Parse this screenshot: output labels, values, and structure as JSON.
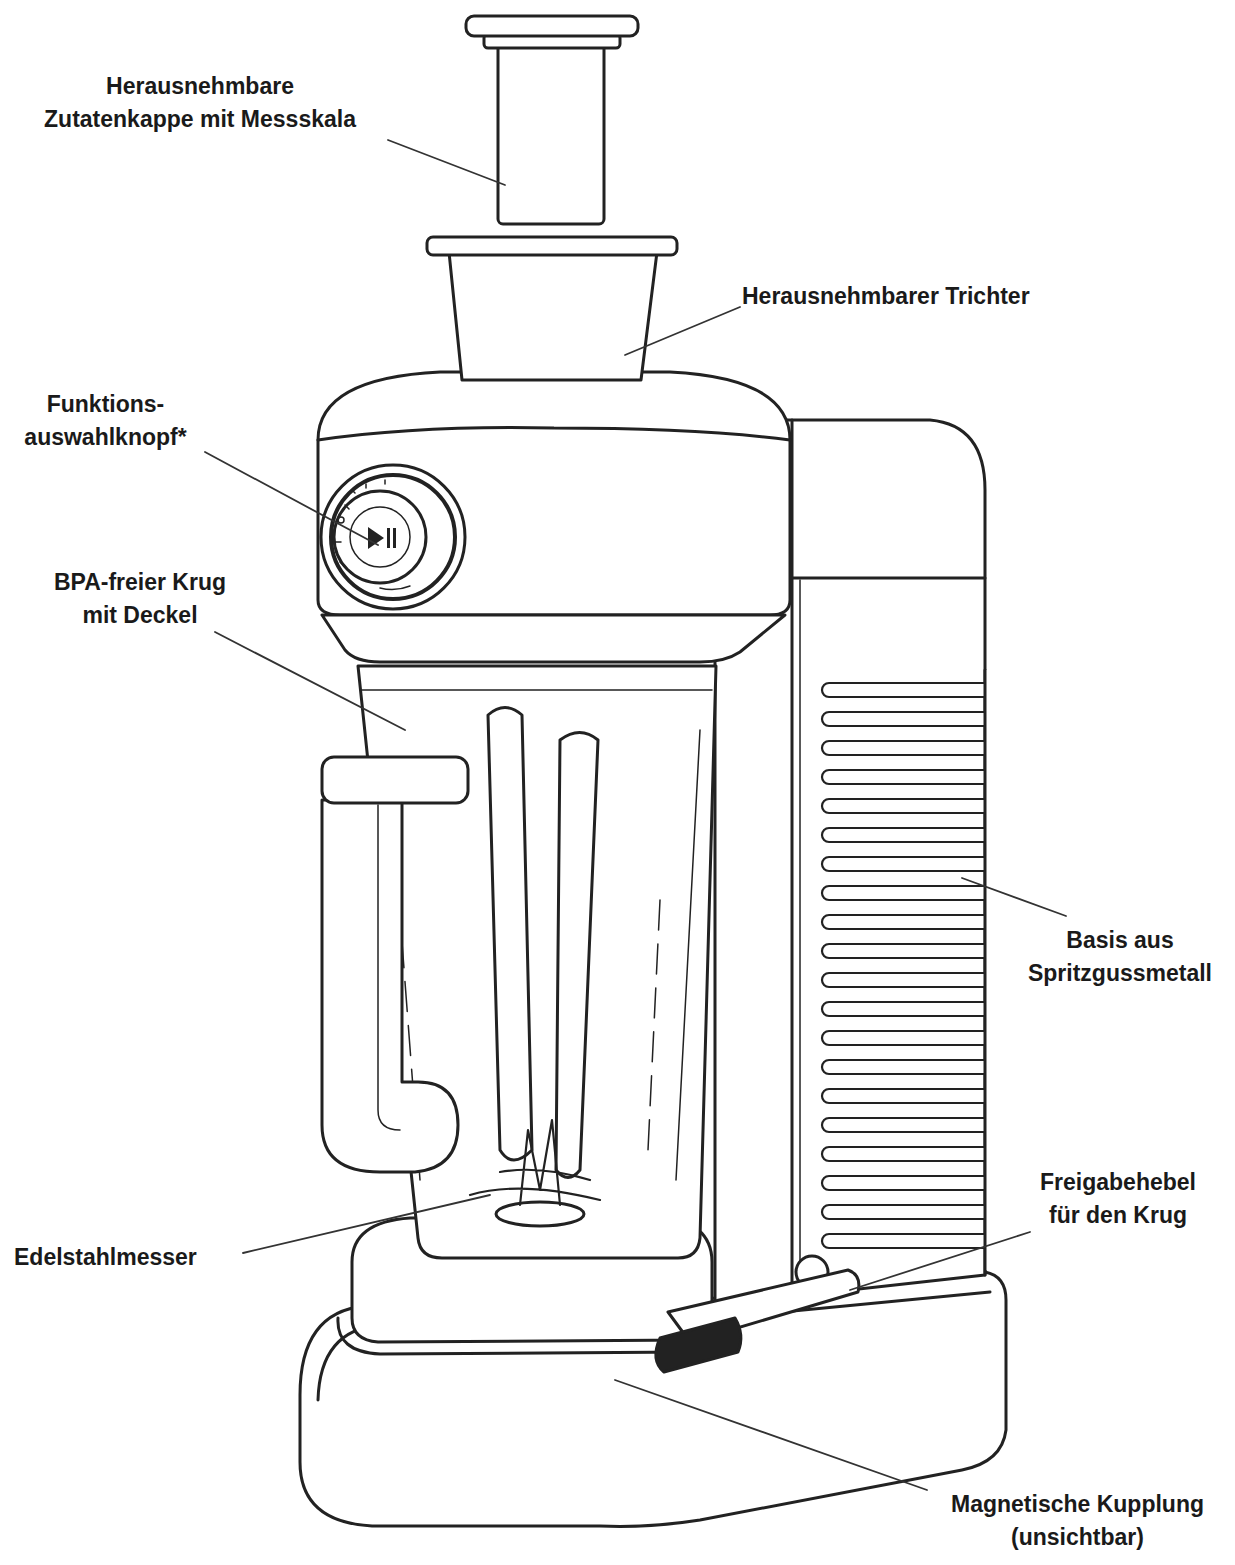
{
  "diagram": {
    "labels": [
      "Herausnehmbare Zutatenkappe mit Messskala",
      "Herausnehmbarer Trichter",
      "Funktions- auswahlknopf*",
      "BPA-freier Krug mit Deckel",
      "Basis aus Spritzgussmetall",
      "Freigabehebel für den Krug",
      "Edelstahlmesser",
      "Magnetische Kupplung (unsichtbar)"
    ]
  }
}
